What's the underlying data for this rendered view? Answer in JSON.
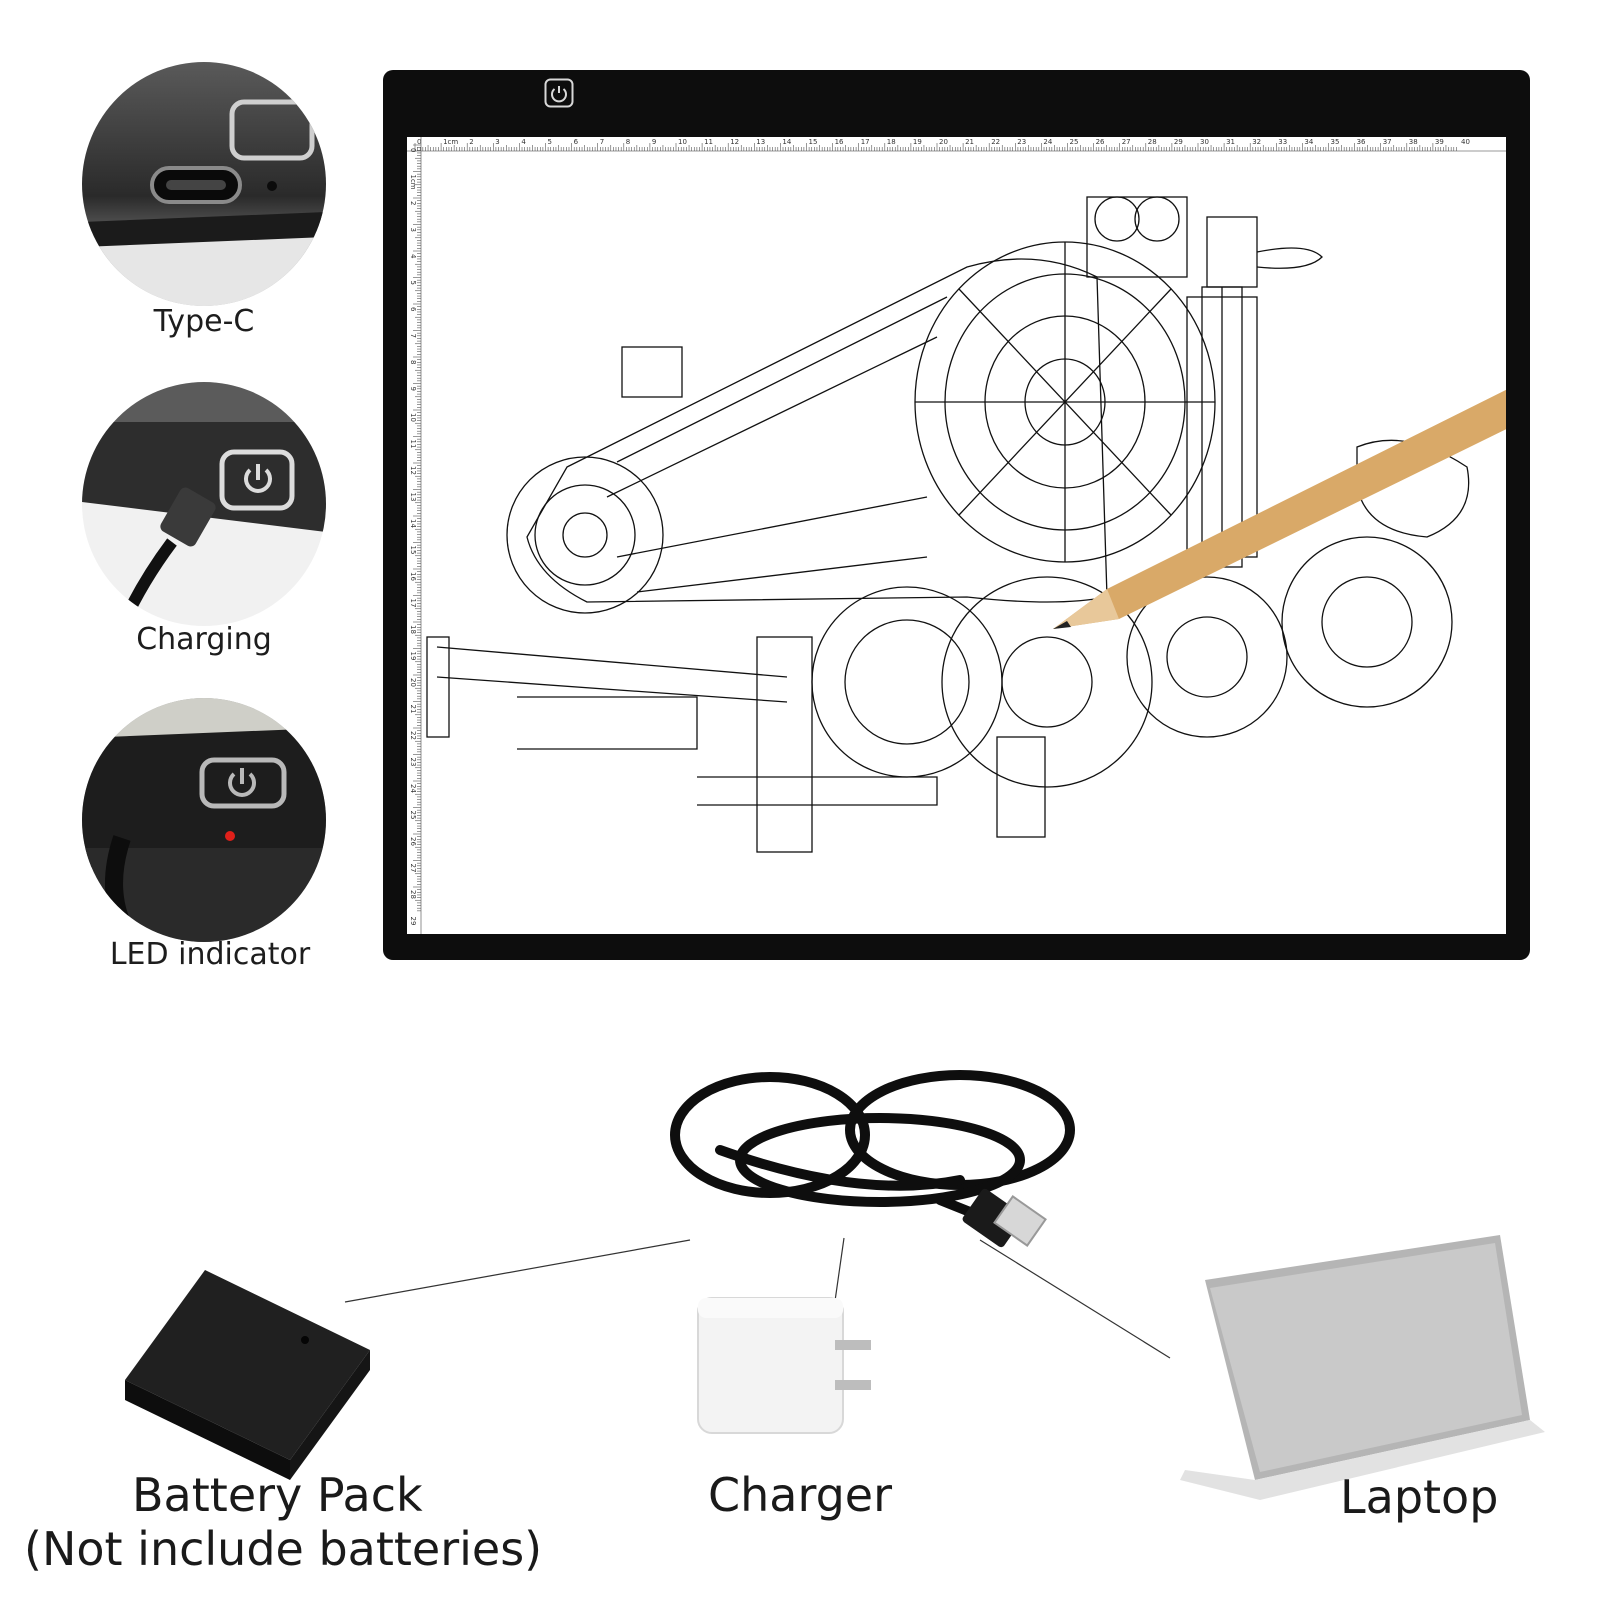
{
  "details": [
    {
      "label": "Type-C",
      "icon": "usb-c-port-icon"
    },
    {
      "label": "Charging",
      "icon": "charging-cable-icon"
    },
    {
      "label": "LED indicator",
      "icon": "led-indicator-icon",
      "led_color": "#e0201a"
    }
  ],
  "pad": {
    "ruler_top": [
      "0",
      "1cm",
      "2",
      "3",
      "4",
      "5",
      "6",
      "7",
      "8",
      "9",
      "10",
      "11",
      "12",
      "13",
      "14",
      "15",
      "16",
      "17",
      "18",
      "19",
      "20",
      "21",
      "22",
      "23",
      "24",
      "25",
      "26",
      "27",
      "28",
      "29",
      "30",
      "31",
      "32",
      "33",
      "34",
      "35",
      "36",
      "37",
      "38",
      "39",
      "40"
    ],
    "ruler_left": [
      "0",
      "1cm",
      "2",
      "3",
      "4",
      "5",
      "6",
      "7",
      "8",
      "9",
      "10",
      "11",
      "12",
      "13",
      "14",
      "15",
      "16",
      "17",
      "18",
      "19",
      "20",
      "21",
      "22",
      "23",
      "24",
      "25",
      "26",
      "27",
      "28",
      "29"
    ],
    "power_icon": "power-icon"
  },
  "accessories": {
    "battery_label": "Battery Pack",
    "battery_note": "(Not include batteries)",
    "charger_label": "Charger",
    "laptop_label": "Laptop"
  },
  "colors": {
    "pad_frame": "#0d0d0d",
    "pencil": "#d9a968",
    "led": "#e0201a"
  }
}
